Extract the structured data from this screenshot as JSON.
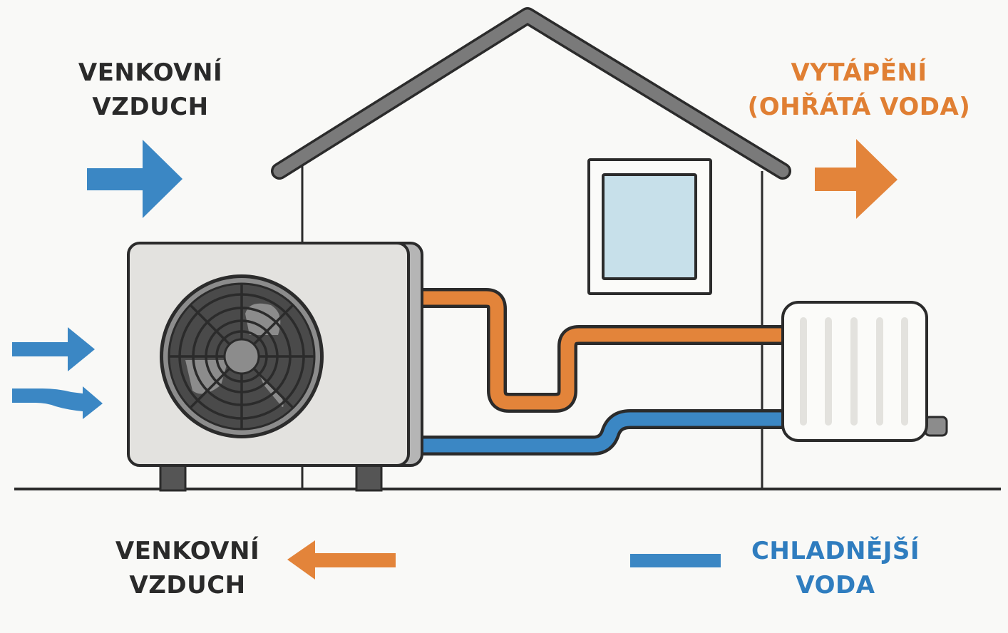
{
  "title": "Tepelné čerpadlo vzduch–voda",
  "colors": {
    "background": "#f9f9f7",
    "outline": "#2b2b2b",
    "roof": "#7a7a7a",
    "unit_body": "#e3e2df",
    "unit_side": "#b5b5b5",
    "fan_dark": "#4a4a4a",
    "fan_light": "#8c8c8c",
    "window_glass": "#c7e0ea",
    "radiator_body": "#fbfbf9",
    "radiator_fins": "#e3e2de",
    "hot": "#e3843a",
    "cold": "#3b87c4"
  },
  "labels": {
    "outdoor_air_in": {
      "line1": "VENKOVNÍ",
      "line2": "VZDUCH"
    },
    "heating": {
      "line1": "VYTÁPĚNÍ",
      "line2": "(OHŘÁTÁ VODA)"
    },
    "outdoor_air_out": {
      "line1": "VENKOVNÍ",
      "line2": "VZDUCH"
    },
    "cold_water": {
      "line1": "CHLADNĚJŠÍ",
      "line2": "VODA"
    }
  },
  "components": {
    "heat_pump_unit": "outdoor-unit",
    "house": "house",
    "radiator": "radiator",
    "supply_pipe": "hot-water",
    "return_pipe": "cold-water"
  },
  "icons": {
    "air_in_arrow": "arrow-right",
    "heating_arrow": "arrow-right",
    "air_out_arrow": "arrow-left",
    "legend_cold": "bar"
  }
}
